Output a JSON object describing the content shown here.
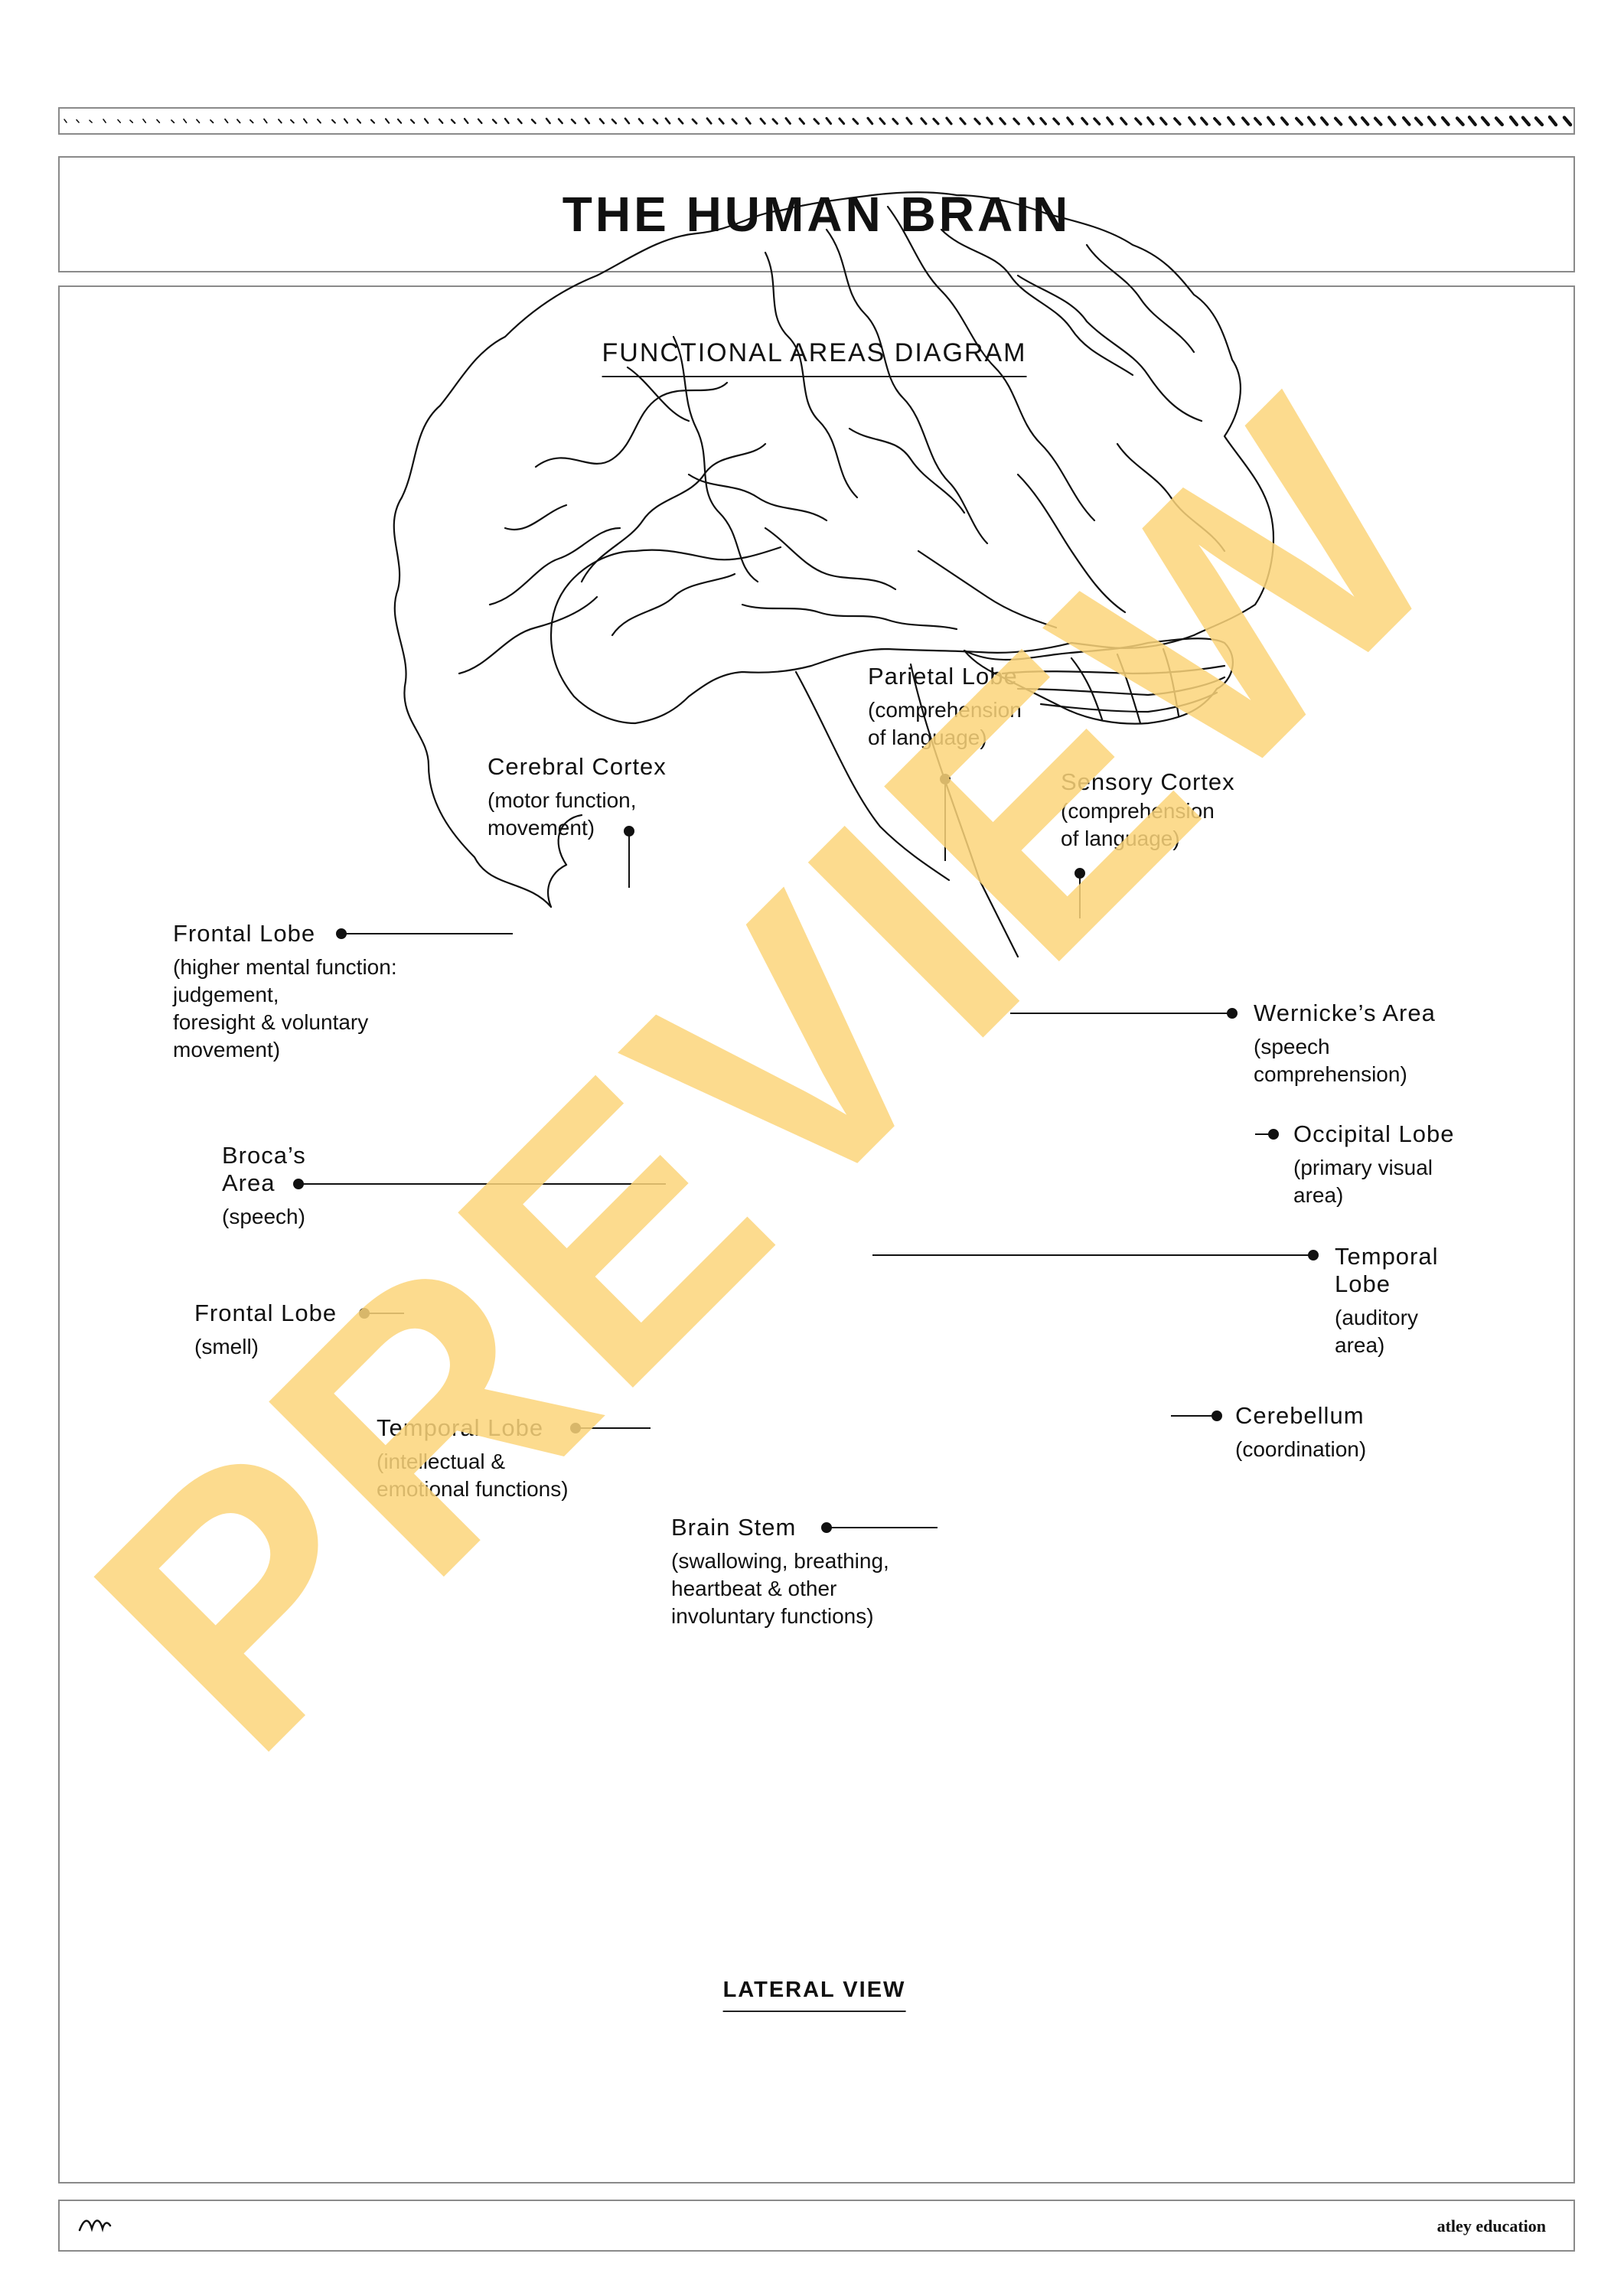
{
  "header": {
    "title": "THE HUMAN BRAIN"
  },
  "diagram": {
    "subtitle": "FUNCTIONAL AREAS DIAGRAM",
    "view_label": "LATERAL VIEW",
    "labels": {
      "parietal_lobe": {
        "name": "Parietal Lobe",
        "desc": [
          "(comprehension",
          "of language)"
        ]
      },
      "cerebral_cortex": {
        "name": "Cerebral Cortex",
        "desc": [
          "(motor function,",
          "movement)"
        ]
      },
      "sensory_cortex": {
        "name": "Sensory Cortex",
        "desc": [
          "(comprehension",
          "of language)"
        ]
      },
      "frontal_lobe_higher": {
        "name": "Frontal Lobe",
        "desc": [
          "(higher mental function:",
          "judgement,",
          "foresight & voluntary",
          "movement)"
        ]
      },
      "wernickes_area": {
        "name": "Wernicke’s Area",
        "desc": [
          "(speech",
          "comprehension)"
        ]
      },
      "occipital_lobe": {
        "name": "Occipital Lobe",
        "desc": [
          "(primary visual",
          "area)"
        ]
      },
      "brocas_area": {
        "name": [
          "Broca’s",
          "Area"
        ],
        "desc": [
          "(speech)"
        ]
      },
      "temporal_lobe_auditory": {
        "name": [
          "Temporal",
          "Lobe"
        ],
        "desc": [
          "(auditory",
          "area)"
        ]
      },
      "frontal_lobe_smell": {
        "name": "Frontal Lobe",
        "desc": [
          "(smell)"
        ]
      },
      "cerebellum": {
        "name": "Cerebellum",
        "desc": [
          "(coordination)"
        ]
      },
      "temporal_lobe_emotional": {
        "name": "Temporal Lobe",
        "desc": [
          "(intellectual &",
          "emotional functions)"
        ]
      },
      "brain_stem": {
        "name": "Brain Stem",
        "desc": [
          "(swallowing, breathing,",
          "heartbeat & other",
          "involuntary functions)"
        ]
      }
    }
  },
  "watermark": {
    "text": "PREVIEW",
    "color": "#fcd57a"
  },
  "footer": {
    "brand": "atley education"
  },
  "colors": {
    "border": "#8a8a8a",
    "ink": "#111111"
  }
}
